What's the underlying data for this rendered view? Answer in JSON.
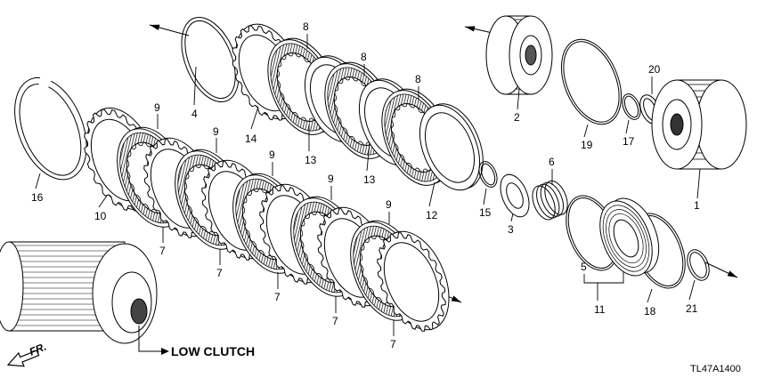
{
  "diagram": {
    "code": "TL47A1400",
    "caption": "LOW CLUTCH",
    "direction_label": "FR.",
    "parts": [
      {
        "id": "p1",
        "label": "1"
      },
      {
        "id": "p2",
        "label": "2"
      },
      {
        "id": "p3",
        "label": "3"
      },
      {
        "id": "p4",
        "label": "4"
      },
      {
        "id": "p5",
        "label": "5"
      },
      {
        "id": "p6",
        "label": "6"
      },
      {
        "id": "p7a",
        "label": "7"
      },
      {
        "id": "p7b",
        "label": "7"
      },
      {
        "id": "p7c",
        "label": "7"
      },
      {
        "id": "p7d",
        "label": "7"
      },
      {
        "id": "p7e",
        "label": "7"
      },
      {
        "id": "p8a",
        "label": "8"
      },
      {
        "id": "p8b",
        "label": "8"
      },
      {
        "id": "p8c",
        "label": "8"
      },
      {
        "id": "p9a",
        "label": "9"
      },
      {
        "id": "p9b",
        "label": "9"
      },
      {
        "id": "p9c",
        "label": "9"
      },
      {
        "id": "p9d",
        "label": "9"
      },
      {
        "id": "p9e",
        "label": "9"
      },
      {
        "id": "p10",
        "label": "10"
      },
      {
        "id": "p11",
        "label": "11"
      },
      {
        "id": "p12",
        "label": "12"
      },
      {
        "id": "p13a",
        "label": "13"
      },
      {
        "id": "p13b",
        "label": "13"
      },
      {
        "id": "p14",
        "label": "14"
      },
      {
        "id": "p15",
        "label": "15"
      },
      {
        "id": "p16",
        "label": "16"
      },
      {
        "id": "p17",
        "label": "17"
      },
      {
        "id": "p18",
        "label": "18"
      },
      {
        "id": "p19",
        "label": "19"
      },
      {
        "id": "p20",
        "label": "20"
      },
      {
        "id": "p21",
        "label": "21"
      }
    ]
  }
}
